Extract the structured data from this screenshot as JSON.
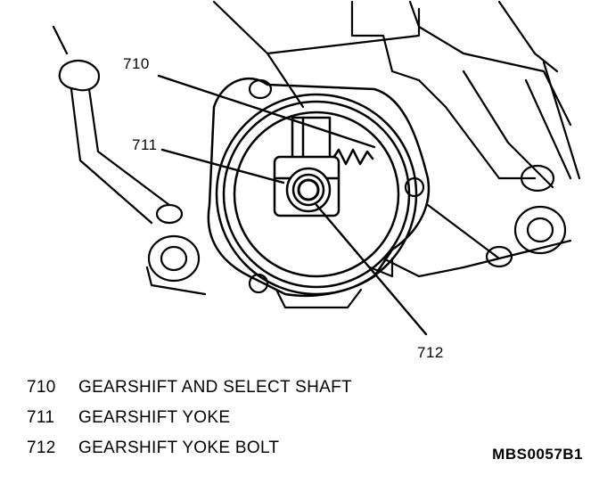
{
  "callouts": {
    "c710": "710",
    "c711": "711",
    "c712": "712"
  },
  "legend": [
    {
      "number": "710",
      "label": "GEARSHIFT AND SELECT SHAFT"
    },
    {
      "number": "711",
      "label": "GEARSHIFT YOKE"
    },
    {
      "number": "712",
      "label": "GEARSHIFT YOKE BOLT"
    }
  ],
  "figure_code": "MBS0057B1"
}
